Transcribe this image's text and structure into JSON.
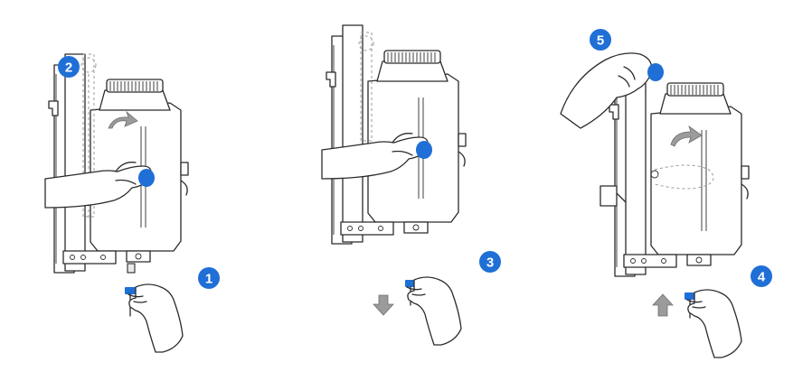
{
  "colors": {
    "accent": "#1f6fd6",
    "line": "#2b2b2b",
    "arrow": "#9b9b9b"
  },
  "panels": [
    {
      "id": "left",
      "steps": [
        "2",
        "1"
      ]
    },
    {
      "id": "middle",
      "steps": [
        "3"
      ]
    },
    {
      "id": "right",
      "steps": [
        "5",
        "4"
      ]
    }
  ],
  "steps": {
    "s1": "1",
    "s2": "2",
    "s3": "3",
    "s4": "4",
    "s5": "5"
  },
  "icons": [
    "curved-rotate-arrow",
    "down-arrow",
    "up-arrow",
    "hand"
  ]
}
